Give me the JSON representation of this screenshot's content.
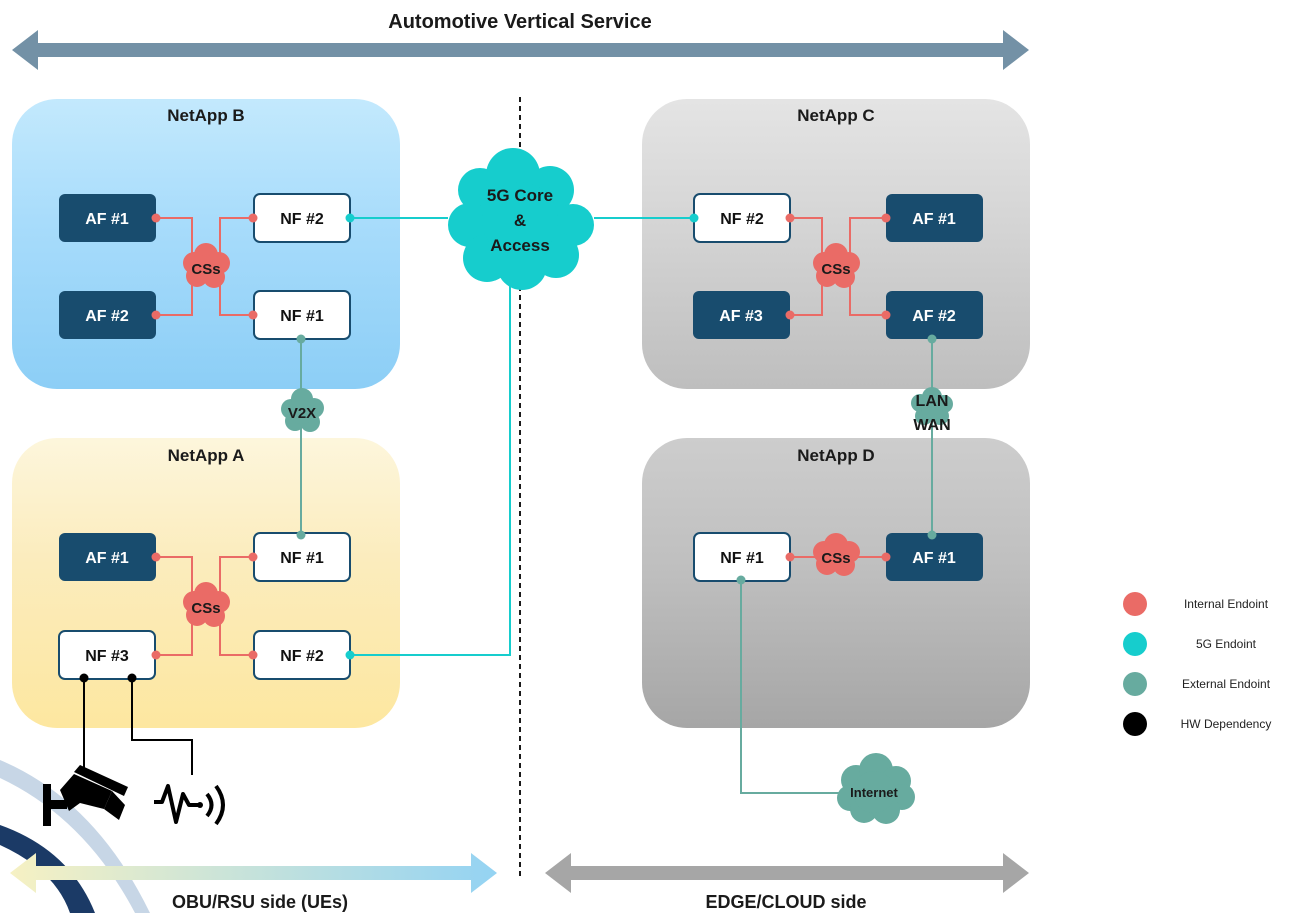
{
  "title": "Automotive Vertical Service",
  "sides": {
    "left": "OBU/RSU side (UEs)",
    "right": "EDGE/CLOUD side"
  },
  "netapps": {
    "B": {
      "title": "NetApp B",
      "af1": "AF #1",
      "af2": "AF #2",
      "nf2": "NF #2",
      "nf1": "NF #1",
      "css": "CSs"
    },
    "A": {
      "title": "NetApp A",
      "af1": "AF #1",
      "nf3": "NF #3",
      "nf1": "NF #1",
      "nf2": "NF #2",
      "css": "CSs"
    },
    "C": {
      "title": "NetApp C",
      "nf2": "NF #2",
      "af3": "AF #3",
      "af1": "AF #1",
      "af2": "AF #2",
      "css": "CSs"
    },
    "D": {
      "title": "NetApp D",
      "nf1": "NF #1",
      "af1": "AF #1",
      "css": "CSs"
    }
  },
  "clouds": {
    "core": [
      "5G Core",
      "&",
      "Access"
    ],
    "v2x": "V2X",
    "lanwan": [
      "LAN",
      "WAN"
    ],
    "internet": "Internet"
  },
  "legend": [
    {
      "label": "Internal Endoint",
      "color": "#ea6b66"
    },
    {
      "label": "5G Endoint",
      "color": "#16cdcd"
    },
    {
      "label": "External Endoint",
      "color": "#67ab9f"
    },
    {
      "label": "HW Dependency",
      "color": "#000000"
    }
  ],
  "icons": {
    "camera": "security-camera-icon",
    "sensor": "sensor-signal-icon"
  }
}
